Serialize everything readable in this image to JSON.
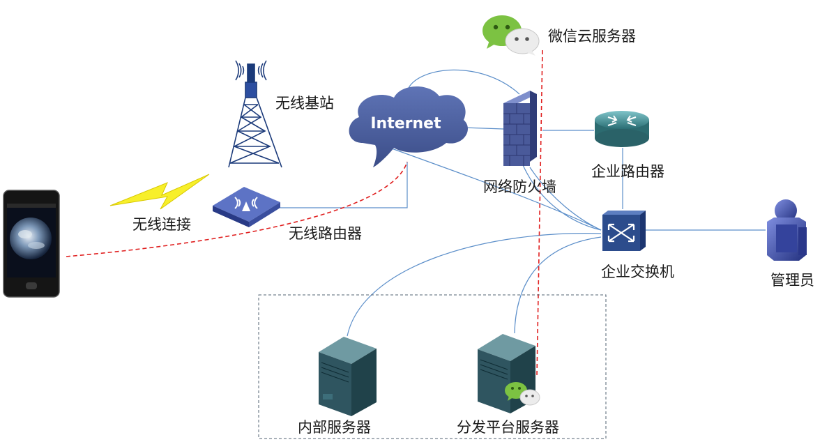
{
  "nodes": {
    "wechat_cloud": {
      "label": "微信云服务器",
      "icon": "wechat-icon"
    },
    "base_station": {
      "label": "无线基站",
      "icon": "cell-tower-icon"
    },
    "internet": {
      "label": "Internet",
      "icon": "cloud-icon"
    },
    "firewall": {
      "label": "网络防火墙",
      "icon": "firewall-icon"
    },
    "enterprise_router": {
      "label": "企业路由器",
      "icon": "router-icon"
    },
    "wireless_connection": {
      "label": "无线连接",
      "icon": "lightning-icon"
    },
    "wireless_router": {
      "label": "无线路由器",
      "icon": "wireless-router-icon"
    },
    "enterprise_switch": {
      "label": "企业交换机",
      "icon": "switch-icon"
    },
    "administrator": {
      "label": "管理员",
      "icon": "user-icon"
    },
    "internal_server": {
      "label": "内部服务器",
      "icon": "server-icon"
    },
    "distribution_server": {
      "label": "分发平台服务器",
      "icon": "server-icon"
    },
    "mobile_phone": {
      "icon": "smartphone-icon"
    }
  },
  "colors": {
    "link_blue": "#5b8ec9",
    "wechat_path_red": "#e02020",
    "cloud_fill": "#4b5f9e",
    "firewall_fill": "#4a5a9a",
    "router_fill": "#3a8a90",
    "switch_fill": "#2c4c8c",
    "server_fill": "#2f5560",
    "lightning_fill": "#f7ef2a",
    "group_border": "#506070"
  }
}
